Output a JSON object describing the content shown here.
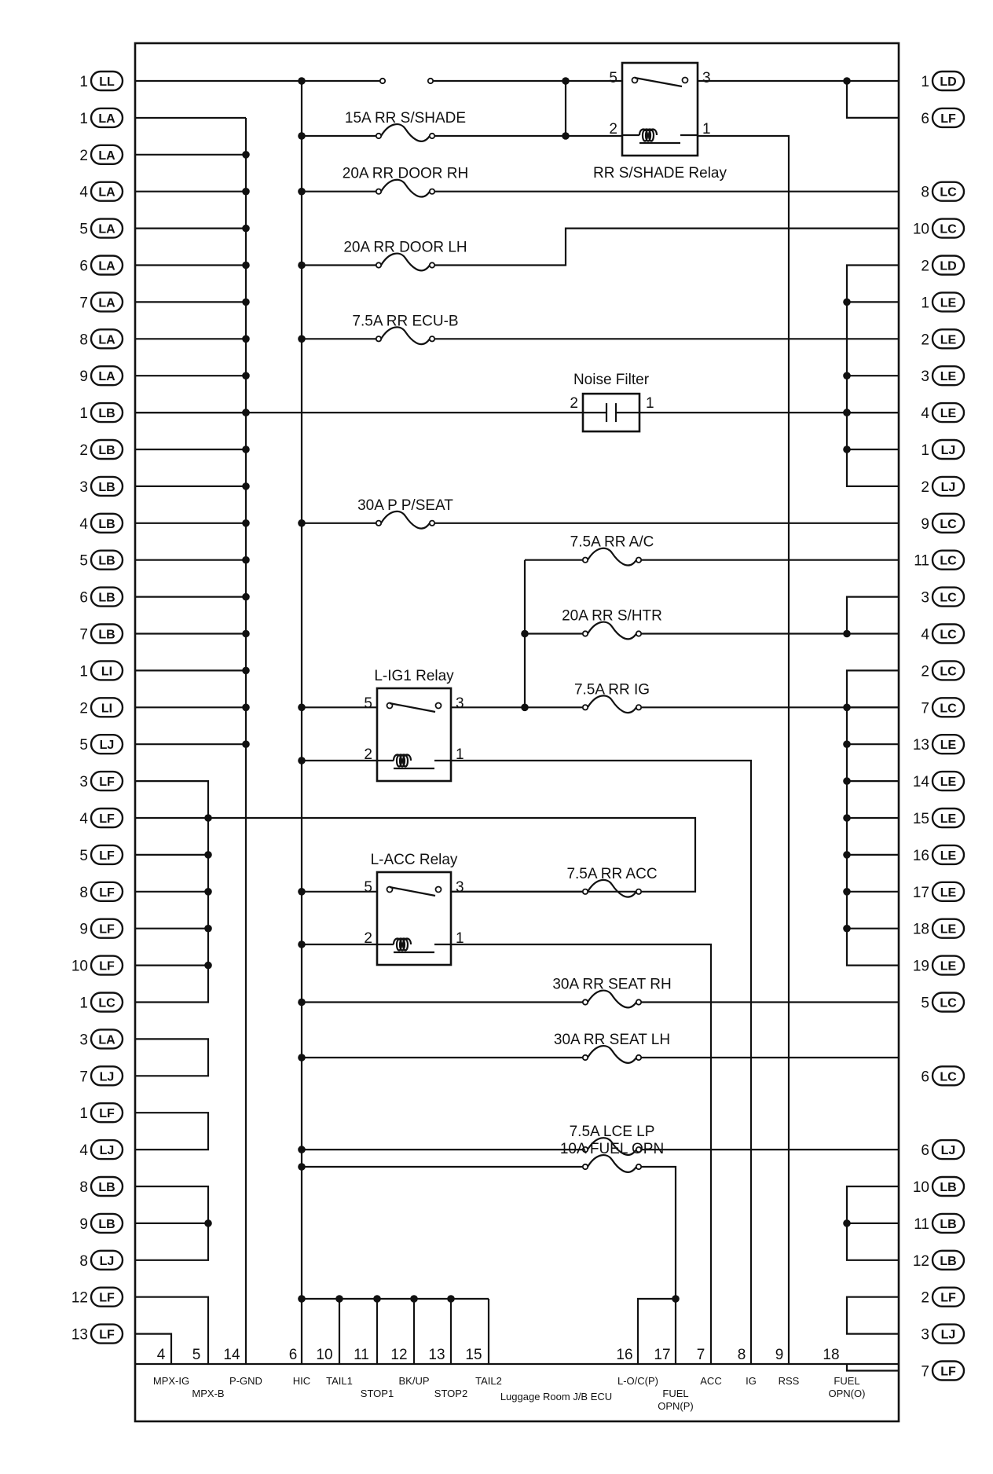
{
  "left_connectors": [
    {
      "num": "1",
      "code": "LL"
    },
    {
      "num": "1",
      "code": "LA"
    },
    {
      "num": "2",
      "code": "LA"
    },
    {
      "num": "4",
      "code": "LA"
    },
    {
      "num": "5",
      "code": "LA"
    },
    {
      "num": "6",
      "code": "LA"
    },
    {
      "num": "7",
      "code": "LA"
    },
    {
      "num": "8",
      "code": "LA"
    },
    {
      "num": "9",
      "code": "LA"
    },
    {
      "num": "1",
      "code": "LB"
    },
    {
      "num": "2",
      "code": "LB"
    },
    {
      "num": "3",
      "code": "LB"
    },
    {
      "num": "4",
      "code": "LB"
    },
    {
      "num": "5",
      "code": "LB"
    },
    {
      "num": "6",
      "code": "LB"
    },
    {
      "num": "7",
      "code": "LB"
    },
    {
      "num": "1",
      "code": "LI"
    },
    {
      "num": "2",
      "code": "LI"
    },
    {
      "num": "5",
      "code": "LJ"
    },
    {
      "num": "3",
      "code": "LF"
    },
    {
      "num": "4",
      "code": "LF"
    },
    {
      "num": "5",
      "code": "LF"
    },
    {
      "num": "8",
      "code": "LF"
    },
    {
      "num": "9",
      "code": "LF"
    },
    {
      "num": "10",
      "code": "LF"
    },
    {
      "num": "1",
      "code": "LC"
    },
    {
      "num": "3",
      "code": "LA"
    },
    {
      "num": "7",
      "code": "LJ"
    },
    {
      "num": "1",
      "code": "LF"
    },
    {
      "num": "4",
      "code": "LJ"
    },
    {
      "num": "8",
      "code": "LB"
    },
    {
      "num": "9",
      "code": "LB"
    },
    {
      "num": "8",
      "code": "LJ"
    },
    {
      "num": "12",
      "code": "LF"
    },
    {
      "num": "13",
      "code": "LF"
    }
  ],
  "right_connectors": [
    {
      "num": "1",
      "code": "LD"
    },
    {
      "num": "6",
      "code": "LF"
    },
    null,
    {
      "num": "8",
      "code": "LC"
    },
    {
      "num": "10",
      "code": "LC"
    },
    {
      "num": "2",
      "code": "LD"
    },
    {
      "num": "1",
      "code": "LE"
    },
    {
      "num": "2",
      "code": "LE"
    },
    {
      "num": "3",
      "code": "LE"
    },
    {
      "num": "4",
      "code": "LE"
    },
    {
      "num": "1",
      "code": "LJ"
    },
    {
      "num": "2",
      "code": "LJ"
    },
    {
      "num": "9",
      "code": "LC"
    },
    {
      "num": "11",
      "code": "LC"
    },
    {
      "num": "3",
      "code": "LC"
    },
    {
      "num": "4",
      "code": "LC"
    },
    {
      "num": "2",
      "code": "LC"
    },
    {
      "num": "7",
      "code": "LC"
    },
    {
      "num": "13",
      "code": "LE"
    },
    {
      "num": "14",
      "code": "LE"
    },
    {
      "num": "15",
      "code": "LE"
    },
    {
      "num": "16",
      "code": "LE"
    },
    {
      "num": "17",
      "code": "LE"
    },
    {
      "num": "18",
      "code": "LE"
    },
    {
      "num": "19",
      "code": "LE"
    },
    {
      "num": "5",
      "code": "LC"
    },
    null,
    {
      "num": "6",
      "code": "LC"
    },
    null,
    {
      "num": "6",
      "code": "LJ"
    },
    {
      "num": "10",
      "code": "LB"
    },
    {
      "num": "11",
      "code": "LB"
    },
    {
      "num": "12",
      "code": "LB"
    },
    {
      "num": "2",
      "code": "LF"
    },
    {
      "num": "3",
      "code": "LJ"
    },
    {
      "num": "7",
      "code": "LF"
    }
  ],
  "fuses": [
    {
      "label": "15A RR S/SHADE"
    },
    {
      "label": "20A RR DOOR RH"
    },
    {
      "label": "20A RR DOOR LH"
    },
    {
      "label": "7.5A RR ECU-B"
    },
    {
      "label": "30A P P/SEAT"
    },
    {
      "label": "7.5A RR A/C"
    },
    {
      "label": "20A RR S/HTR"
    },
    {
      "label": "7.5A RR IG"
    },
    {
      "label": "7.5A RR ACC"
    },
    {
      "label": "30A RR SEAT RH"
    },
    {
      "label": "30A RR SEAT LH"
    },
    {
      "label": "7.5A LCE LP"
    },
    {
      "label": "10A FUEL OPN"
    }
  ],
  "relays": [
    {
      "name": "RR S/SHADE Relay",
      "pins": [
        "5",
        "3",
        "2",
        "1"
      ]
    },
    {
      "name": "L-IG1 Relay",
      "pins": [
        "5",
        "3",
        "2",
        "1"
      ]
    },
    {
      "name": "L-ACC Relay",
      "pins": [
        "5",
        "3",
        "2",
        "1"
      ]
    }
  ],
  "noise_filter": {
    "name": "Noise Filter",
    "pins": [
      "2",
      "1"
    ]
  },
  "ecu": {
    "name": "Luggage Room J/B ECU",
    "pins": [
      {
        "num": "4",
        "label": "MPX-IG"
      },
      {
        "num": "5",
        "label": "MPX-B"
      },
      {
        "num": "14",
        "label": "P-GND"
      },
      {
        "num": "6",
        "label": "HIC"
      },
      {
        "num": "10",
        "label": "TAIL1"
      },
      {
        "num": "11",
        "label": "STOP1"
      },
      {
        "num": "12",
        "label": "BK/UP"
      },
      {
        "num": "13",
        "label": "STOP2"
      },
      {
        "num": "15",
        "label": "TAIL2"
      },
      {
        "num": "16",
        "label": "L-O/C(P)"
      },
      {
        "num": "17",
        "label": "FUEL OPN(P)"
      },
      {
        "num": "7",
        "label": "ACC"
      },
      {
        "num": "8",
        "label": "IG"
      },
      {
        "num": "9",
        "label": "RSS"
      },
      {
        "num": "18",
        "label": "FUEL OPN(O)"
      }
    ]
  }
}
